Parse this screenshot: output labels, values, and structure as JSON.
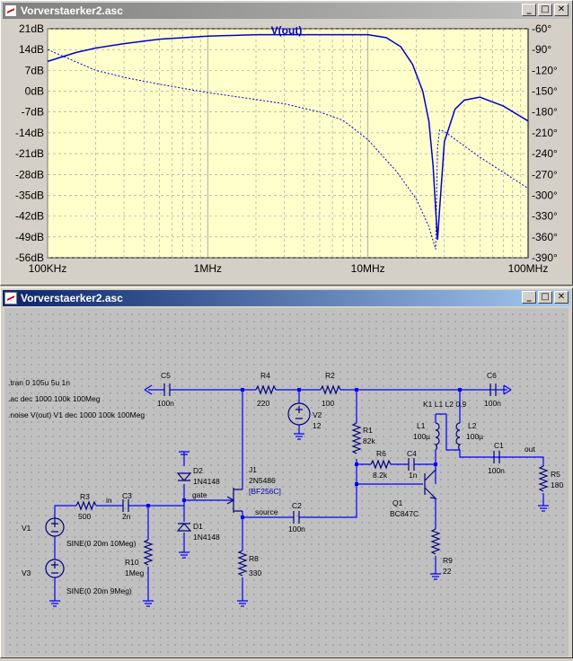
{
  "windows": {
    "plot": {
      "title": "Vorverstaerker2.asc"
    },
    "schematic": {
      "title": "Vorverstaerker2.asc"
    }
  },
  "titlebar_buttons": {
    "minimize": "_",
    "restore": "□",
    "close": "✕"
  },
  "chart_data": {
    "type": "line",
    "title": "V(out)",
    "x_scale": "log",
    "x_ticks": [
      "100KHz",
      "1MHz",
      "10MHz",
      "100MHz"
    ],
    "xlim": [
      100000,
      100000000
    ],
    "y_left_ticks": [
      "21dB",
      "14dB",
      "7dB",
      "0dB",
      "-7dB",
      "-14dB",
      "-21dB",
      "-28dB",
      "-35dB",
      "-42dB",
      "-49dB",
      "-56dB"
    ],
    "y_right_ticks": [
      "-60°",
      "-90°",
      "-120°",
      "-150°",
      "-180°",
      "-210°",
      "-240°",
      "-270°",
      "-300°",
      "-330°",
      "-360°",
      "-390°"
    ],
    "ylim_left": [
      -56,
      21
    ],
    "ylim_right": [
      -390,
      -60
    ],
    "grid": true,
    "colors": {
      "trace": "#0000cc",
      "background": "#ffffcc",
      "grid": "#999999"
    },
    "series": [
      {
        "name": "magnitude",
        "axis": "left",
        "style": "solid",
        "x": [
          100000,
          150000,
          200000,
          300000,
          500000,
          1000000,
          2000000,
          5000000,
          10000000,
          13000000,
          16000000,
          19000000,
          22000000,
          24000000,
          25500000,
          26500000,
          27200000,
          28000000,
          30000000,
          35000000,
          40000000,
          50000000,
          70000000,
          100000000
        ],
        "values": [
          10,
          13,
          14.5,
          16,
          17.5,
          18.5,
          19,
          19,
          19,
          18,
          15,
          9,
          0,
          -10,
          -25,
          -40,
          -50,
          -40,
          -17,
          -6,
          -3,
          -2,
          -5,
          -10
        ]
      },
      {
        "name": "phase",
        "axis": "right",
        "style": "dashed",
        "x": [
          100000,
          200000,
          300000,
          500000,
          1000000,
          2000000,
          3000000,
          5000000,
          7000000,
          10000000,
          15000000,
          20000000,
          24000000,
          26500000,
          27200000,
          28000000,
          30000000,
          50000000,
          100000000
        ],
        "values": [
          -90,
          -120,
          -130,
          -140,
          -152,
          -162,
          -168,
          -180,
          -192,
          -220,
          -265,
          -305,
          -345,
          -378,
          -230,
          -206,
          -208,
          -245,
          -290
        ]
      }
    ]
  },
  "schematic": {
    "directives": [
      ".tran 0 105u 5u 1n",
      ".ac dec 1000 100k 100Meg",
      ".noise V(out) V1 dec 1000 100k 100Meg"
    ],
    "components": {
      "C5": {
        "name": "C5",
        "value": "100n"
      },
      "R4": {
        "name": "R4",
        "value": "220"
      },
      "R2": {
        "name": "R2",
        "value": "100"
      },
      "C6": {
        "name": "C6",
        "value": "100n"
      },
      "V2": {
        "name": "V2",
        "value": "12"
      },
      "K1": {
        "text": "K1 L1 L2 0.9"
      },
      "R1": {
        "name": "R1",
        "value": "82k"
      },
      "L1": {
        "name": "L1",
        "value": "100µ"
      },
      "L2": {
        "name": "L2",
        "value": "100µ"
      },
      "R6": {
        "name": "R6",
        "value": "8.2k"
      },
      "C4": {
        "name": "C4",
        "value": "1n"
      },
      "C1": {
        "name": "C1",
        "value": "100n"
      },
      "R5": {
        "name": "R5",
        "value": "180"
      },
      "D2": {
        "name": "D2",
        "value": "1N4148"
      },
      "J1": {
        "name": "J1",
        "value": "2N5486",
        "alt": "[BF256C]"
      },
      "R3": {
        "name": "R3",
        "value": "500"
      },
      "C3": {
        "name": "C3",
        "value": "2n"
      },
      "C2": {
        "name": "C2",
        "value": "100n"
      },
      "D1": {
        "name": "D1",
        "value": "1N4148"
      },
      "V1": {
        "name": "V1",
        "value": "SINE(0 20m 10Meg)"
      },
      "V3": {
        "name": "V3",
        "value": "SINE(0 20m 9Meg)"
      },
      "R10": {
        "name": "R10",
        "value": "1Meg"
      },
      "R8": {
        "name": "R8",
        "value": "330"
      },
      "Q1": {
        "name": "Q1",
        "value": "BC847C"
      },
      "R9": {
        "name": "R9",
        "value": "22"
      }
    },
    "nets": {
      "in": "in",
      "gate": "gate",
      "source": "source",
      "out": "out"
    }
  }
}
